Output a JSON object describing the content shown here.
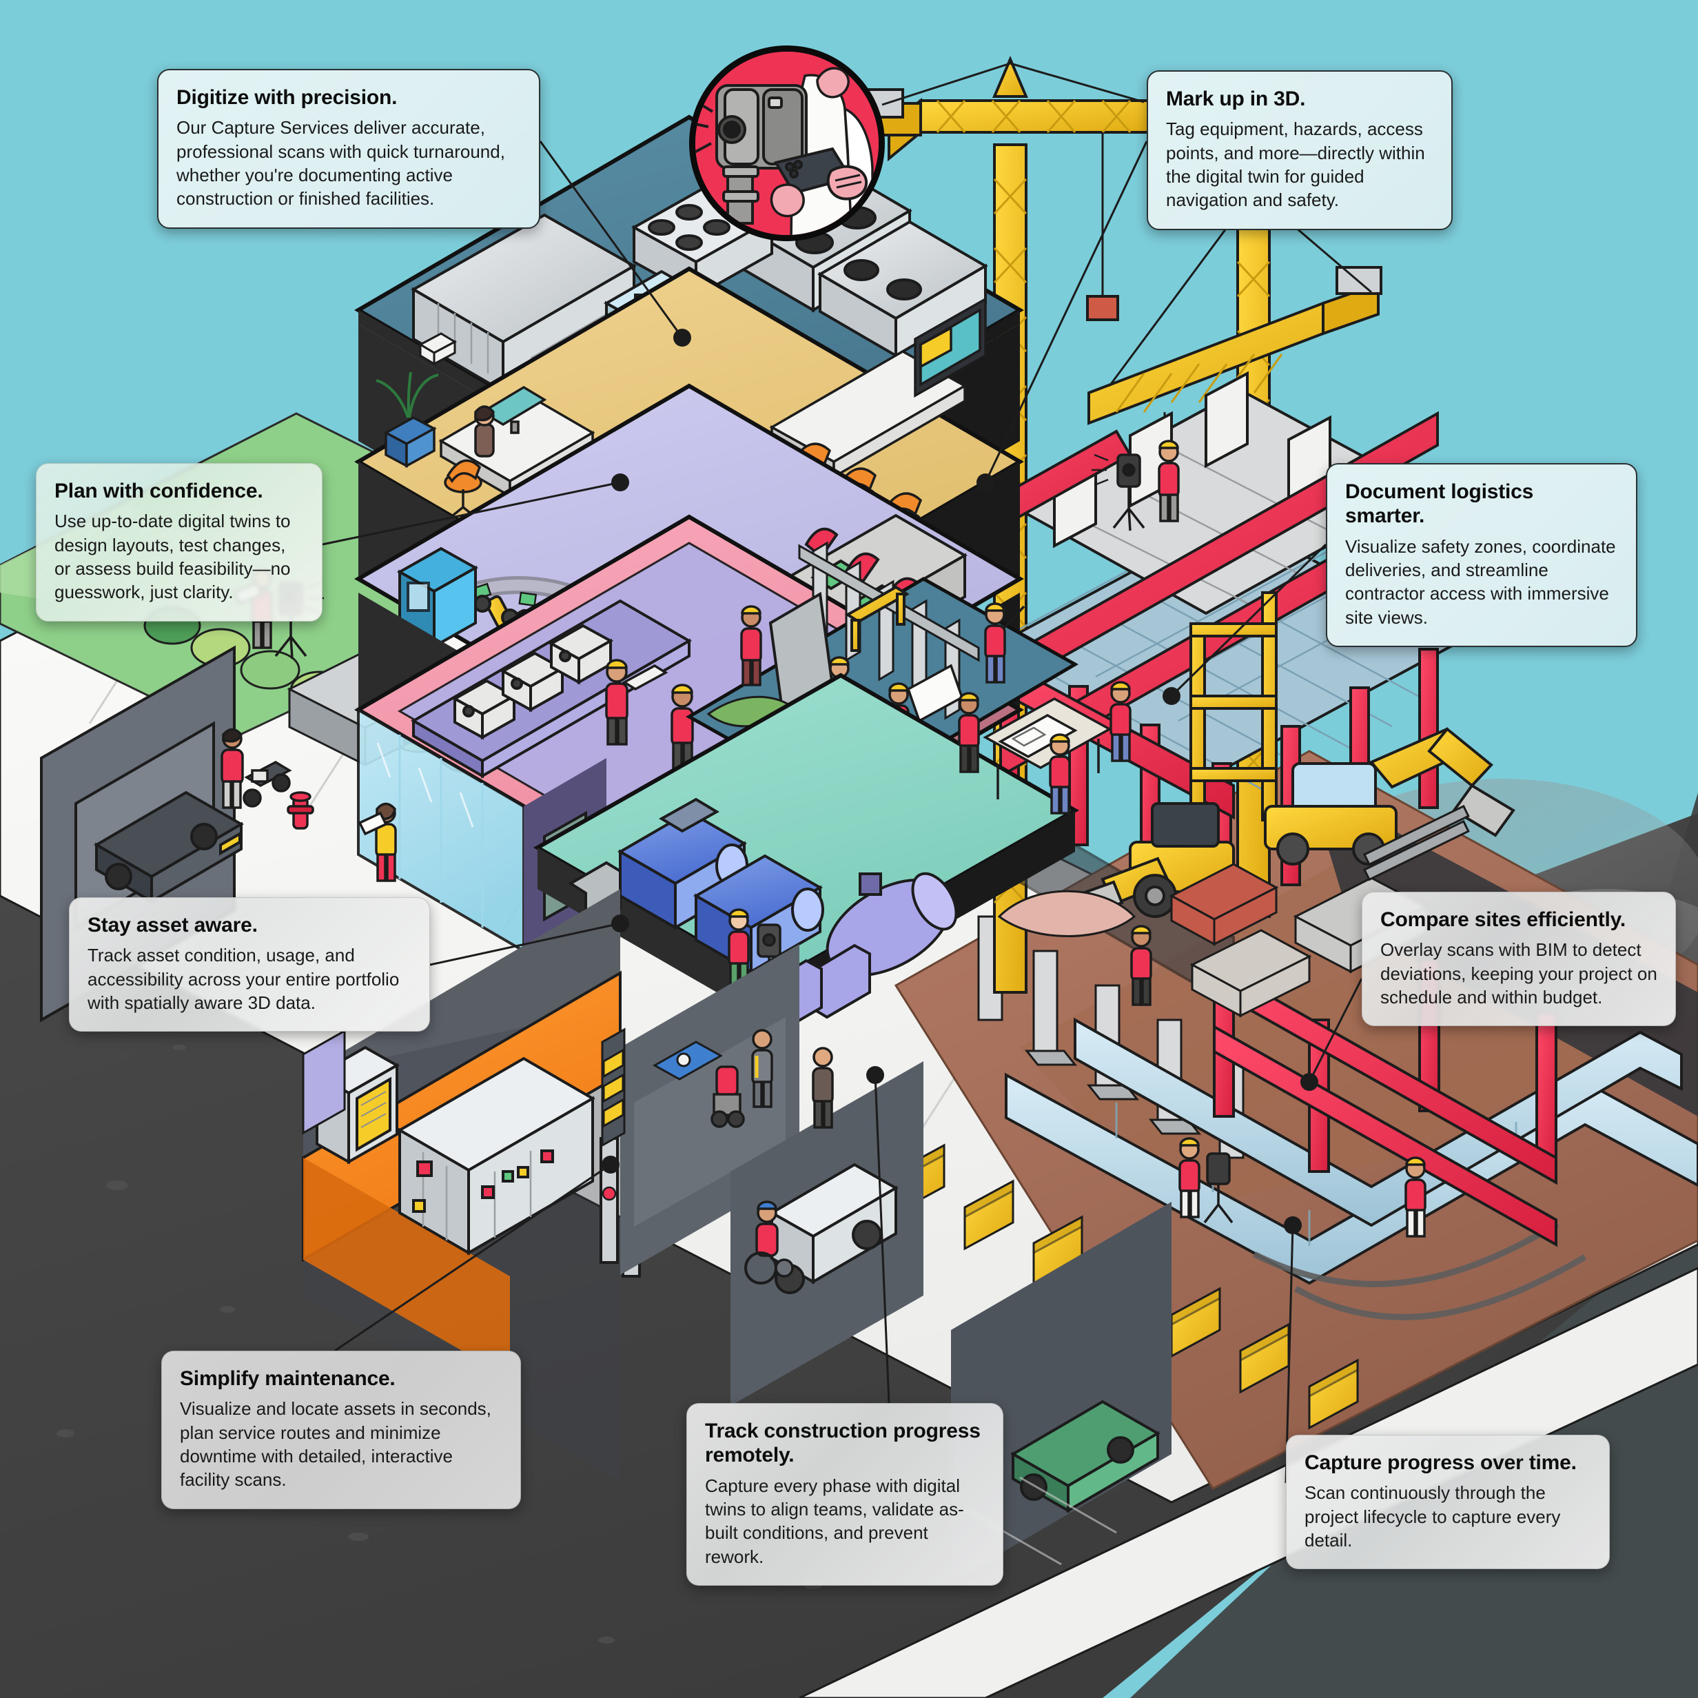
{
  "meta": {
    "scene_title": "Digital twin of a building — isometric cutaway infographic",
    "background_sky": "#7ccdda",
    "ground_asphalt": "#434343",
    "accent_red": "#ef3355",
    "accent_yellow": "#f5cc28",
    "sidewalk": "#f2f2f0"
  },
  "badge": {
    "name": "laser-scanner-badge",
    "circle_color": "#ef3355",
    "contents": "3D laser scanner on tripod and technician holding a tablet"
  },
  "callouts": [
    {
      "id": "digitize",
      "title": "Digitize with precision.",
      "body": "Our Capture Services deliver accurate, professional scans with quick turnaround, whether you're documenting active construction or finished facilities.",
      "style": "teal"
    },
    {
      "id": "markup",
      "title": "Mark up in 3D.",
      "body": "Tag equipment, hazards, access points, and more—directly within the digital twin for guided navigation and safety.",
      "style": "teal"
    },
    {
      "id": "plan",
      "title": "Plan with confidence.",
      "body": "Use up-to-date digital twins to design layouts, test changes, or assess build feasibility—no guesswork, just clarity.",
      "style": "glass-green"
    },
    {
      "id": "doclogistics",
      "title": "Document logistics smarter.",
      "body": "Visualize safety zones, coordinate deliveries, and streamline contractor access with immersive site views.",
      "style": "teal"
    },
    {
      "id": "assetaware",
      "title": "Stay asset aware.",
      "body": "Track asset condition, usage, and accessibility across your entire portfolio with spatially aware 3D data.",
      "style": "glass"
    },
    {
      "id": "compare",
      "title": "Compare sites efficiently.",
      "body": "Overlay scans with BIM to detect deviations, keeping your project on schedule and within budget.",
      "style": "glass"
    },
    {
      "id": "simplify",
      "title": "Simplify maintenance.",
      "body": "Visualize and locate assets in seconds, plan service routes and minimize downtime with detailed, interactive facility scans.",
      "style": "solid-grey"
    },
    {
      "id": "track",
      "title": "Track construction progress remotely.",
      "body": "Capture every phase with digital twins to align teams, validate as-built conditions, and prevent rework.",
      "style": "glass"
    },
    {
      "id": "capturetime",
      "title": "Capture progress over time.",
      "body": "Scan continuously through the project lifecycle to capture every detail.",
      "style": "glass"
    }
  ],
  "building": {
    "floors": [
      {
        "name": "roof-mechanical-plant",
        "color": "#4d8199",
        "contents": "generators, rooftop HVAC chillers, ductwork, technician with laser scanner"
      },
      {
        "name": "office-floor",
        "color": "#e8c87a",
        "contents": "workstations, monitors, orange task chairs, plants, wall display"
      },
      {
        "name": "electronics-assembly-floor",
        "color": "#c3c0e8",
        "contents": "robotic arms, conveyor line, server rack, testing benches"
      },
      {
        "name": "packaging-retail-floor",
        "color": "#f2a0b4",
        "contents": "packing conveyor, boxes, workers in red vests, glass storefront"
      },
      {
        "name": "plant-room-floor",
        "color": "#8fd8c9",
        "contents": "blue pump sets, large pipework, pressure vessels, scanner on tripod"
      },
      {
        "name": "basement-electrical",
        "color": "#f58220",
        "contents": "switchgear panel, control cabinets, risers, pipes"
      },
      {
        "name": "parking-garage",
        "color": "#5a5f66",
        "contents": "parked cars, accessible parking bay, wheelchair user, service cart"
      }
    ],
    "construction_zone": {
      "steel_frame_color": "#ef3355",
      "crane_color": "#f5cc28",
      "contents": "two tower cranes, steel frame, precast panels, excavator, wheel loader, rebar cage, material stacks, blueprints table"
    },
    "underground": {
      "earth_color": "#a9705c",
      "pipe_color": "#b8d7e6",
      "contents": "large water mains, conduit bank, foundation piles, barriers, surveyor scanning"
    },
    "landscape": {
      "lawn_color": "#8ed08a",
      "contents": "shrubs, hedge, planter, surveyor with scanner, parent with stroller, fire hydrant"
    }
  }
}
